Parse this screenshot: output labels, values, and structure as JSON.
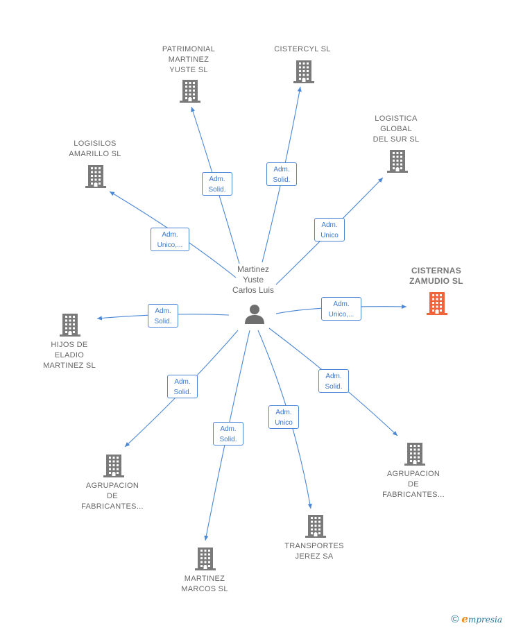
{
  "center": {
    "name": "Martinez\nYuste\nCarlos Luis",
    "icon": "person-icon"
  },
  "companies": [
    {
      "id": "patrimonial",
      "name": "PATRIMONIAL\nMARTINEZ\nYUSTE SL",
      "role": "Adm.\nSolid.",
      "highlight": false,
      "icon": "building-icon"
    },
    {
      "id": "cistercyl",
      "name": "CISTERCYL  SL",
      "role": "Adm.\nSolid.",
      "highlight": false,
      "icon": "building-icon"
    },
    {
      "id": "logistica",
      "name": "LOGISTICA\nGLOBAL\nDEL SUR  SL",
      "role": "Adm.\nUnico",
      "highlight": false,
      "icon": "building-icon"
    },
    {
      "id": "logisilos",
      "name": "LOGISILOS\nAMARILLO  SL",
      "role": "Adm.\nUnico,...",
      "highlight": false,
      "icon": "building-icon"
    },
    {
      "id": "cisternas",
      "name": "CISTERNAS\nZAMUDIO  SL",
      "role": "Adm.\nUnico,...",
      "highlight": true,
      "icon": "building-icon"
    },
    {
      "id": "hijos",
      "name": "HIJOS DE\nELADIO\nMARTINEZ  SL",
      "role": "Adm.\nSolid.",
      "highlight": false,
      "icon": "building-icon"
    },
    {
      "id": "agrupacion-left",
      "name": "AGRUPACION\nDE\nFABRICANTES...",
      "role": "Adm.\nSolid.",
      "highlight": false,
      "icon": "building-icon"
    },
    {
      "id": "martinez-marcos",
      "name": "MARTINEZ\nMARCOS  SL",
      "role": "Adm.\nSolid.",
      "highlight": false,
      "icon": "building-icon"
    },
    {
      "id": "transportes",
      "name": "TRANSPORTES\nJEREZ SA",
      "role": "Adm.\nUnico",
      "highlight": false,
      "icon": "building-icon"
    },
    {
      "id": "agrupacion-right",
      "name": "AGRUPACION\nDE\nFABRICANTES...",
      "role": "Adm.\nSolid.",
      "highlight": false,
      "icon": "building-icon"
    }
  ],
  "colors": {
    "edge": "#4a86d6",
    "building": "#7a7a7a",
    "building_highlight": "#f0643c",
    "person": "#6e6e6e"
  },
  "footer": {
    "copyright": "©",
    "brand_initial": "e",
    "brand_rest": "mpresia"
  }
}
